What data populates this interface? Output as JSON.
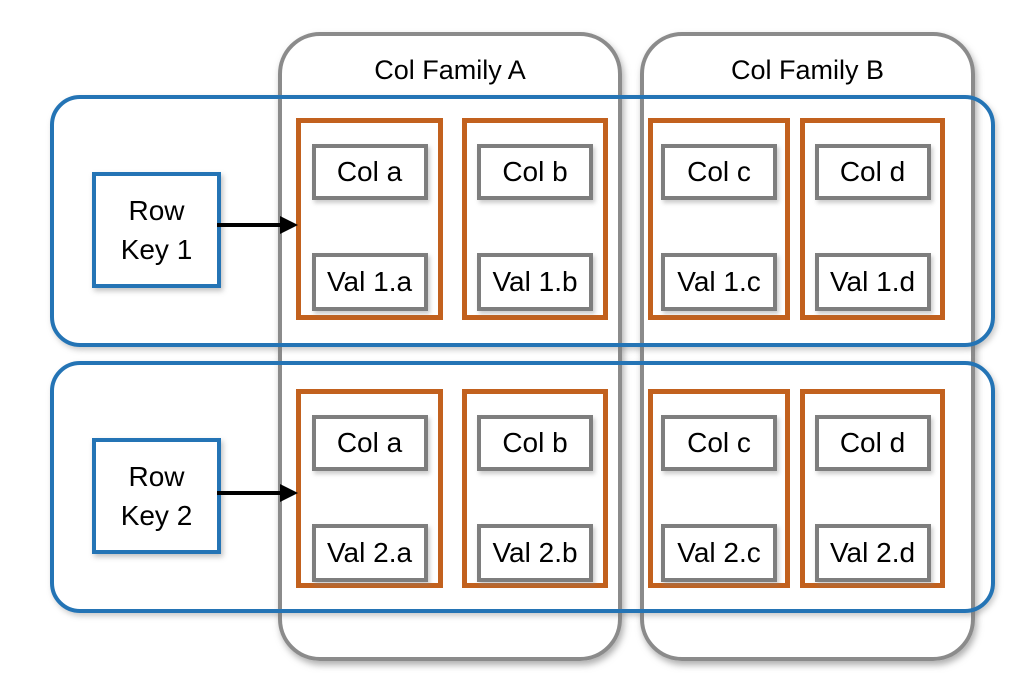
{
  "diagram": {
    "type": "wide-column-store-structure",
    "families": [
      {
        "label": "Col Family A"
      },
      {
        "label": "Col Family B"
      }
    ],
    "rows": [
      {
        "key": "Row Key 1",
        "cells": [
          {
            "col": "Col a",
            "val": "Val 1.a",
            "family": "Col Family A"
          },
          {
            "col": "Col b",
            "val": "Val 1.b",
            "family": "Col Family A"
          },
          {
            "col": "Col c",
            "val": "Val 1.c",
            "family": "Col Family B"
          },
          {
            "col": "Col d",
            "val": "Val 1.d",
            "family": "Col Family B"
          }
        ]
      },
      {
        "key": "Row Key 2",
        "cells": [
          {
            "col": "Col a",
            "val": "Val 2.a",
            "family": "Col Family A"
          },
          {
            "col": "Col b",
            "val": "Val 2.b",
            "family": "Col Family A"
          },
          {
            "col": "Col c",
            "val": "Val 2.c",
            "family": "Col Family B"
          },
          {
            "col": "Col d",
            "val": "Val 2.d",
            "family": "Col Family B"
          }
        ]
      }
    ],
    "colors": {
      "row_border": "#2474b5",
      "row_key_border": "#2474b5",
      "family_border": "#8b8b8b",
      "cell_border": "#c2611e",
      "inner_box_border": "#7e7e7e",
      "arrow": "#000000",
      "text": "#000000",
      "background": "#ffffff"
    }
  }
}
